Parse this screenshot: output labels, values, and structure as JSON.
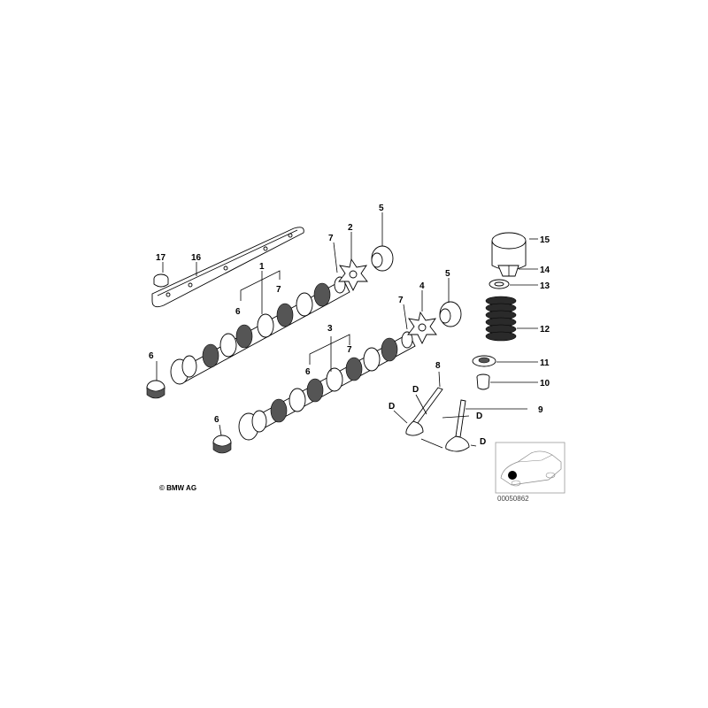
{
  "labels": {
    "c1": "1",
    "c2": "2",
    "c3": "3",
    "c4": "4",
    "c5a": "5",
    "c5b": "5",
    "c6a": "6",
    "c6b": "6",
    "c6c": "6",
    "c6d": "6",
    "c7a": "7",
    "c7b": "7",
    "c7c": "7",
    "c7d": "7",
    "c8": "8",
    "c9": "9",
    "c10": "10",
    "c11": "11",
    "c12": "12",
    "c13": "13",
    "c14": "14",
    "c15": "15",
    "c16": "16",
    "c17": "17",
    "d1": "D",
    "d2": "D",
    "d3": "D",
    "d4": "D"
  },
  "footer": {
    "copyright": "© BMW AG",
    "diagram_number": "00050862"
  }
}
